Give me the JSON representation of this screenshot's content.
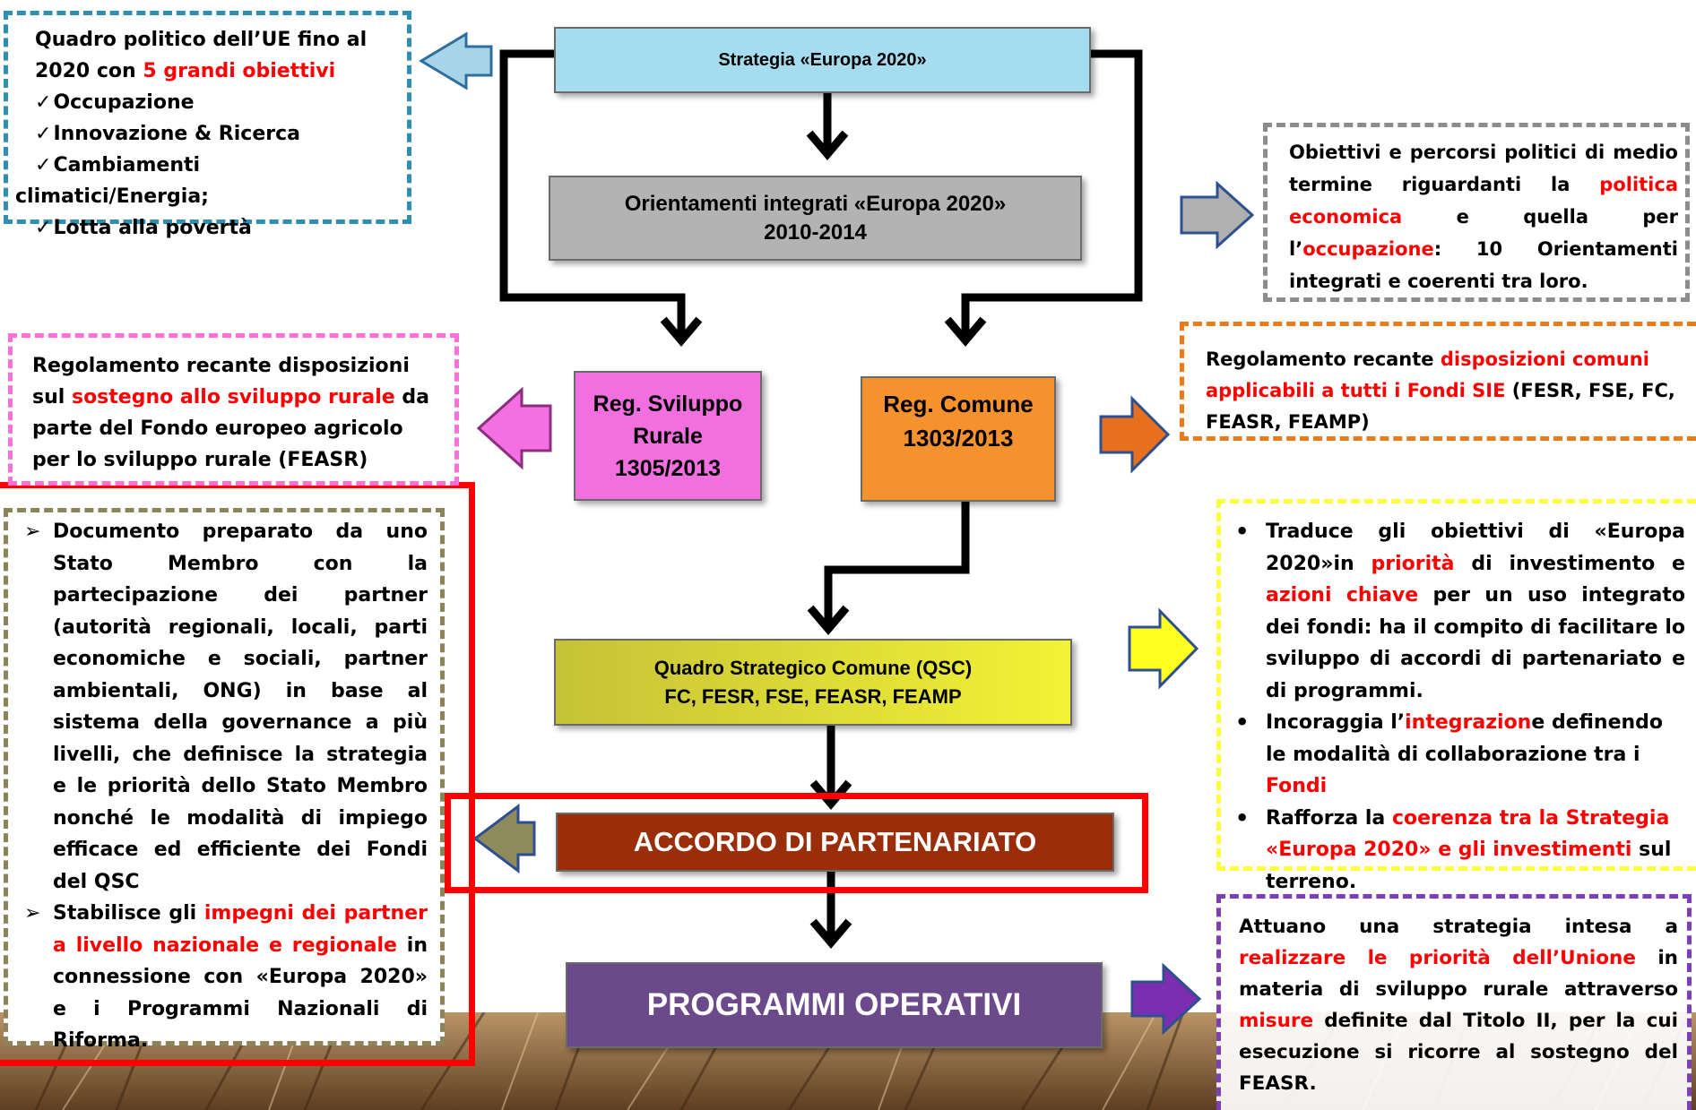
{
  "boxes": {
    "strategia": "Strategia «Europa 2020»",
    "orientamenti_1": "Orientamenti integrati «Europa 2020»",
    "orientamenti_2": "2010-2014",
    "reg_sviluppo_1": "Reg. Sviluppo",
    "reg_sviluppo_2": "Rurale",
    "reg_sviluppo_3": "1305/2013",
    "reg_comune_1": "Reg. Comune",
    "reg_comune_2": "1303/2013",
    "qsc_1": "Quadro Strategico Comune (QSC)",
    "qsc_2": "FC, FESR, FSE, FEASR, FEAMP",
    "accordo": "ACCORDO DI PARTENARIATO",
    "programmi": "PROGRAMMI OPERATIVI"
  },
  "quadro": {
    "line1": "Quadro politico dell’UE fino al",
    "line2_a": "2020 con ",
    "line2_b": "5 grandi obiettivi",
    "items": [
      "Occupazione",
      "Innovazione & Ricerca",
      "Cambiamenti"
    ],
    "item3_cont": "climatici/Energia;",
    "item4": "Lotta alla povertà"
  },
  "obiettivi": {
    "p1": "Obiettivi e percorsi politici di medio termine riguardanti la ",
    "r1": "politica economica",
    "p2": " e quella per l’",
    "r2": "occupazione",
    "p3": ": 10 Orientamenti integrati e coerenti tra loro."
  },
  "reg_sostegno": {
    "p1": "Regolamento recante disposizioni sul ",
    "r1": "sostegno allo sviluppo rurale",
    "p2": " da parte del Fondo europeo agricolo per lo sviluppo rurale (FEASR)"
  },
  "reg_comuni": {
    "p1": "Regolamento recante ",
    "r1": "disposizioni comuni applicabili a tutti i Fondi SIE",
    "p2": " (FESR, FSE, FC, FEASR, FEAMP)"
  },
  "documento": {
    "b1": "Documento preparato da uno Stato Membro con la partecipazione dei partner (autorità regionali, locali, parti economiche e sociali, partner ambientali, ONG) in base al sistema della governance a più livelli, che definisce la strategia e le priorità dello Stato Membro nonché le modalità di impiego efficace ed efficiente dei Fondi del QSC",
    "b2_p1": "Stabilisce gli ",
    "b2_r1": "impegni dei partner a livello nazionale e regionale",
    "b2_p2": " in connessione con «Europa 2020» e i Programmi Nazionali di Riforma."
  },
  "traduce": {
    "b1_p1": "Traduce gli obiettivi di «Europa 2020»in ",
    "b1_r1": "priorità",
    "b1_p2": " di investimento e ",
    "b1_r2": "azioni chiave",
    "b1_p3": " per un uso integrato dei fondi: ha il compito di facilitare lo sviluppo di accordi di partenariato e di programmi.",
    "b2_p1": "Incoraggia l’",
    "b2_r1": "integrazion",
    "b2_p2": "e definendo le modalità di collaborazione tra i ",
    "b2_r2": "Fondi",
    "b3_p1": "Rafforza la ",
    "b3_r1": "coerenza tra la Strategia «Europa 2020» e gli investimenti",
    "b3_p2": " sul terreno."
  },
  "attuano": {
    "p1": "Attuano una strategia intesa a ",
    "r1": "realizzare le priorità dell’Unione",
    "p2": " in materia di sviluppo rurale attraverso ",
    "r2": "misure",
    "p3": " definite dal Titolo II, per la cui esecuzione si ricorre al sostegno del FEASR."
  },
  "colors": {
    "strategia": "#a6dcef",
    "orientamenti": "#b3b3b3",
    "reg_sviluppo": "#f26fe0",
    "reg_comune": "#f5922e",
    "qsc": "#e9e93a",
    "accordo": "#9a2e0a",
    "programmi": "#6b4a8c",
    "red": "#ff0000",
    "teal_dash": "#2f8fb0",
    "grey_dash": "#8c8c8c",
    "pink_dash": "#ff6fd8",
    "orange_dash": "#ea7a1a",
    "yellow_dash": "#ffff3a",
    "olive_dash": "#8b845a",
    "purple_dash": "#7d3fb8"
  }
}
